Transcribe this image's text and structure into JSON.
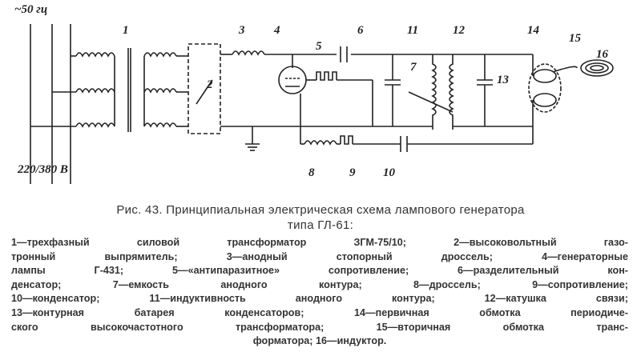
{
  "diagram": {
    "supply_frequency_label": "~50 гц",
    "supply_voltage_label": "220/380 В",
    "component_numbers": [
      "1",
      "2",
      "3",
      "4",
      "5",
      "6",
      "7",
      "8",
      "9",
      "10",
      "11",
      "12",
      "13",
      "14",
      "15",
      "16"
    ]
  },
  "caption": {
    "line1": "Рис. 43. Принципиальная электрическая схема лампового генератора",
    "line2": "типа ГЛ-61:"
  },
  "legend": {
    "lines": [
      "1—трехфазный силовой трансформатор ЗГМ-75/10; 2—высоковольтный газо-",
      "тронный выпрямитель; 3—анодный стопорный дроссель; 4—генераторные",
      "лампы Г-431; 5—«антипаразитное» сопротивление; 6—разделительный кон-",
      "денсатор; 7—емкость анодного контура; 8—дроссель; 9—сопротивление;",
      "10—конденсатор; 11—индуктивность анодного контура; 12—катушка связи;",
      "13—контурная батарея конденсаторов; 14—первичная обмотка периодиче-",
      "ского высокочастотного трансформатора; 15—вторичная обмотка транс-",
      "форматора; 16—индуктор."
    ]
  }
}
